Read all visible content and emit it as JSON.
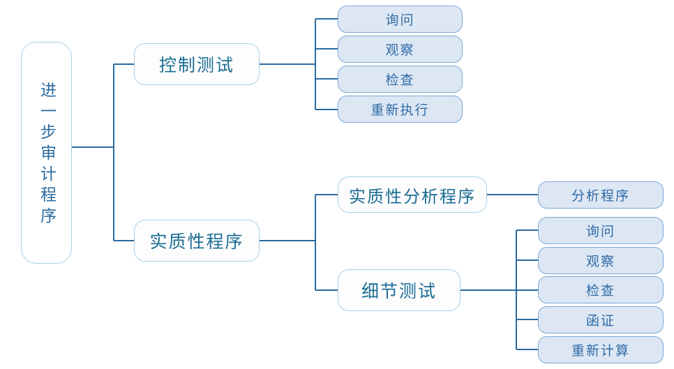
{
  "diagram": {
    "type": "mind-map",
    "title": "进一步审计程序",
    "orientation": "left-to-right",
    "colors": {
      "leaf_fill": "#dde7f4",
      "leaf_border": "#7ba7d4",
      "branch_fill": "#fdfdfe",
      "branch_border": "#a8cfe0",
      "connector": "#2a6a9e",
      "text": "#2a6a9e"
    }
  },
  "root": {
    "label": "进一步审计程序"
  },
  "branches": [
    {
      "label": "控制测试",
      "children": [
        {
          "label": "询问"
        },
        {
          "label": "观察"
        },
        {
          "label": "检查"
        },
        {
          "label": "重新执行"
        }
      ]
    },
    {
      "label": "实质性程序",
      "children": [
        {
          "label": "实质性分析程序",
          "children": [
            {
              "label": "分析程序"
            }
          ]
        },
        {
          "label": "细节测试",
          "children": [
            {
              "label": "询问"
            },
            {
              "label": "观察"
            },
            {
              "label": "检查"
            },
            {
              "label": "函证"
            },
            {
              "label": "重新计算"
            }
          ]
        }
      ]
    }
  ]
}
